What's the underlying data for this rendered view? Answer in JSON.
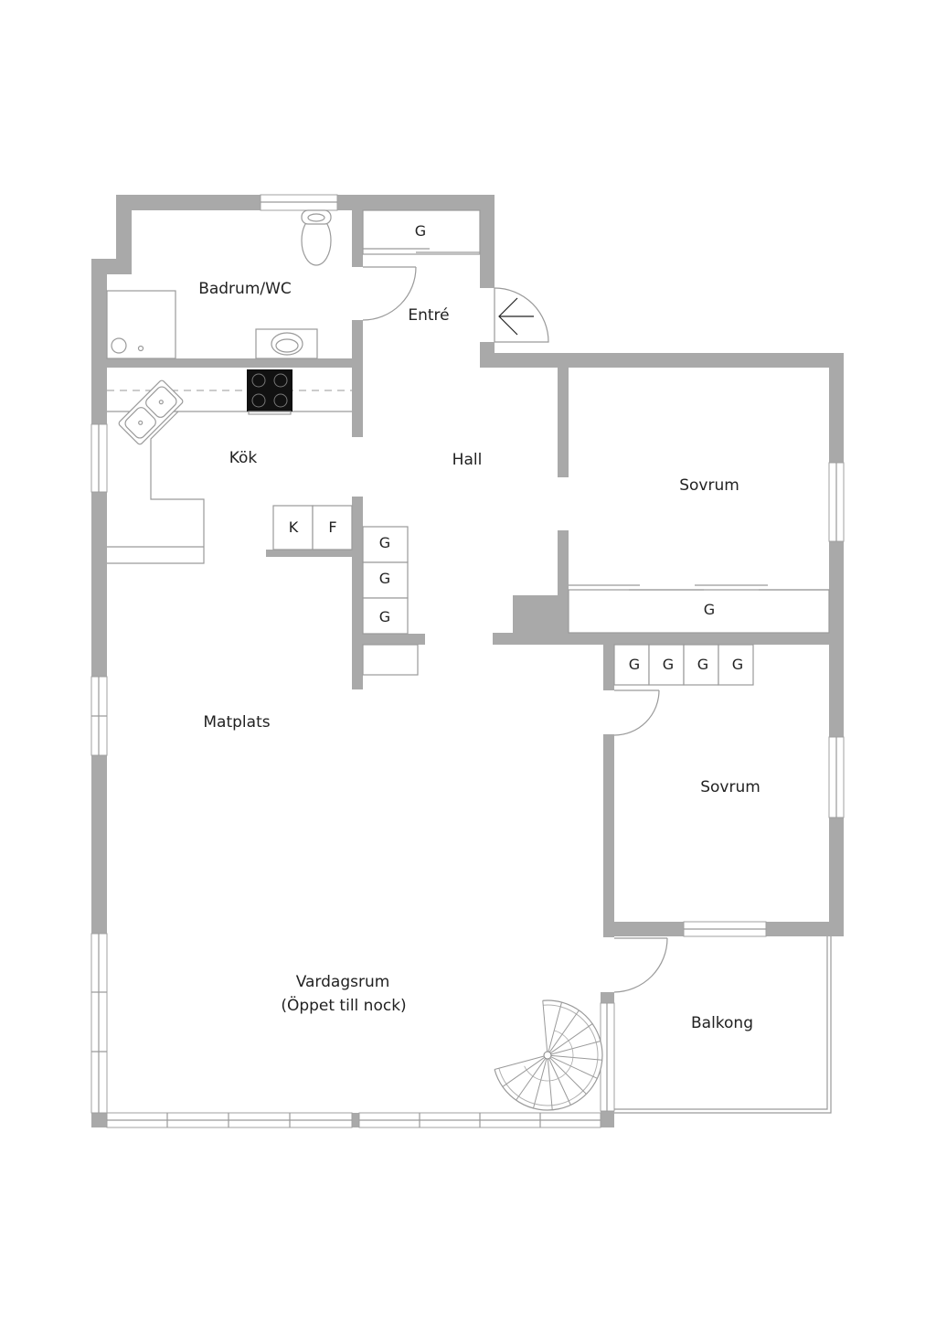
{
  "rooms": {
    "badrum": "Badrum/WC",
    "entre": "Entré",
    "kok": "Kök",
    "hall": "Hall",
    "sovrum1": "Sovrum",
    "sovrum2": "Sovrum",
    "matplats": "Matplats",
    "vardagsrum_line1": "Vardagsrum",
    "vardagsrum_line2": "(Öppet till nock)",
    "balkong": "Balkong"
  },
  "storage": {
    "g_entre": "G",
    "kyl": "K",
    "frys": "F",
    "g_hall_1": "G",
    "g_hall_2": "G",
    "g_hall_3": "G",
    "g_sovrum1": "G",
    "g_sovrum2_1": "G",
    "g_sovrum2_2": "G",
    "g_sovrum2_3": "G",
    "g_sovrum2_4": "G"
  },
  "colors": {
    "wall": "#a9a9a9",
    "line": "#9a9a9a",
    "stove": "#111111"
  },
  "icons": {
    "entrance": "arrow-left-icon",
    "stair": "spiral-stair-icon"
  }
}
